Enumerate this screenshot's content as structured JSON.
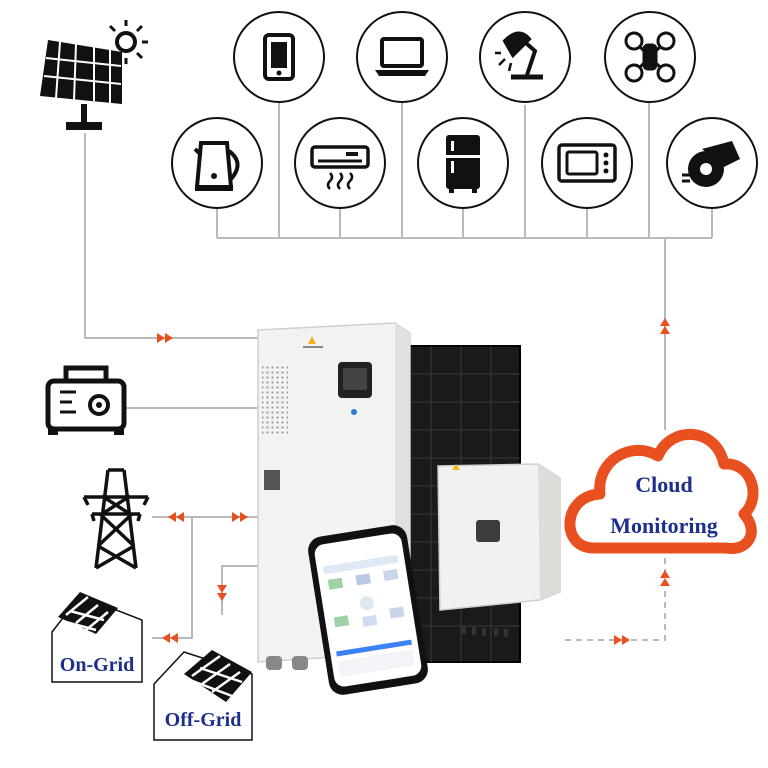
{
  "labels": {
    "cloud_line1": "Cloud",
    "cloud_line2": "Monitoring",
    "on_grid": "On-Grid",
    "off_grid": "Off-Grid"
  },
  "colors": {
    "line": "#b9b9b9",
    "arrow": "#e8501f",
    "cloud": "#e8501f",
    "text_blue": "#1c2f8c",
    "icon": "#111111"
  },
  "icons": {
    "top_row": [
      "tablet-icon",
      "laptop-icon",
      "desk-lamp-icon",
      "drone-icon"
    ],
    "bottom_row": [
      "kettle-icon",
      "air-conditioner-icon",
      "refrigerator-icon",
      "microwave-icon",
      "circular-saw-icon"
    ],
    "sources": [
      "solar-panel-icon",
      "generator-icon",
      "power-tower-icon"
    ]
  }
}
